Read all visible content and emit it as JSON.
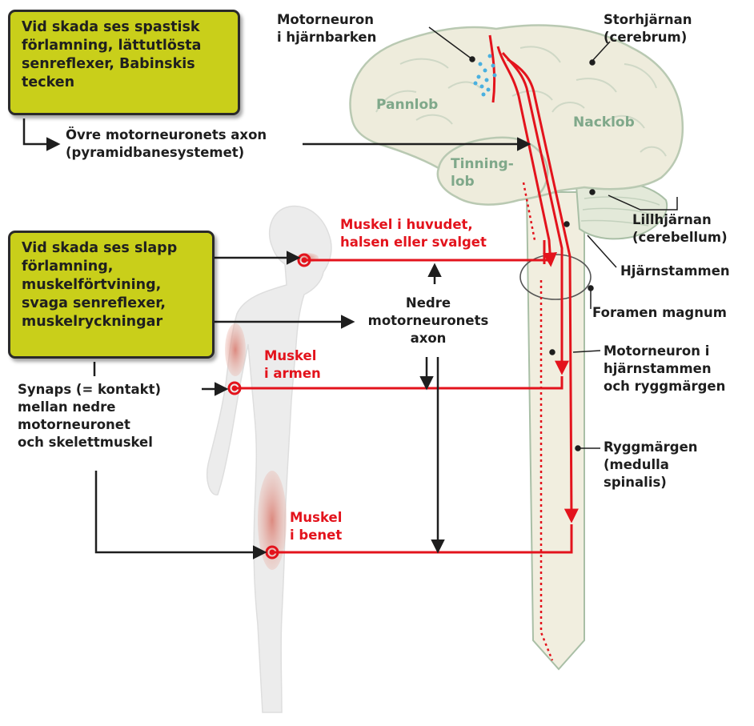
{
  "boxes": {
    "upper_damage": "Vid skada ses spastisk förlamning, lättutlösta senreflexer, Babinskis tecken",
    "lower_damage": "Vid skada ses slapp förlamning, muskelförtvining, svaga senreflexer, muskelryckningar"
  },
  "labels": {
    "motorneuron_cortex": "Motorneuron\ni hjärnbarken",
    "cerebrum": "Storhjärnan\n(cerebrum)",
    "frontal_lobe": "Pannlob",
    "occipital_lobe": "Nacklob",
    "temporal_lobe": "Tinning-\nlob",
    "upper_axon": "Övre motorneuronets axon\n(pyramidbanesystemet)",
    "cerebellum": "Lillhjärnan\n(cerebellum)",
    "brainstem": "Hjärnstammen",
    "foramen": "Foramen magnum",
    "muscle_head": "Muskel i huvudet,\nhalsen eller svalget",
    "lower_axon": "Nedre\nmotorneuronets\naxon",
    "muscle_arm": "Muskel\ni armen",
    "motorneuron_stem": "Motorneuron i\nhjärnstammen\noch ryggmärgen",
    "synapse": "Synaps (= kontakt)\nmellan nedre\nmotorneuronet\noch skelettmuskel",
    "spinal_cord": "Ryggmärgen\n(medulla\nspinalis)",
    "muscle_leg": "Muskel\ni benet"
  },
  "colors": {
    "box_fill": "#c9cf1a",
    "neuron_red": "#e3131c",
    "brain_fill": "#eeecdc",
    "brain_outline": "#b9c9b2",
    "body_fill": "#ececec",
    "dendrite_blue": "#4ab0e0"
  }
}
